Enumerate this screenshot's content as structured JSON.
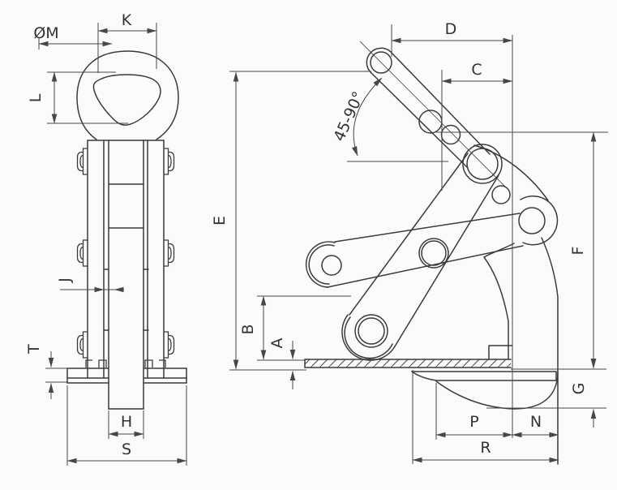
{
  "drawing": {
    "type": "technical-drawing",
    "subject": "vertical plate lifting clamp shown in two orthographic views",
    "colors": {
      "background": "#fbfbfb",
      "outline": "#3b3b3b",
      "dimension_line": "#474747",
      "text": "#333333"
    },
    "views": [
      {
        "id": "front-view",
        "dimension_labels": [
          "ØM",
          "K",
          "L",
          "J",
          "T",
          "H",
          "S"
        ]
      },
      {
        "id": "side-view",
        "dimension_labels": [
          "D",
          "C",
          "45-90°",
          "E",
          "B",
          "A",
          "F",
          "G",
          "P",
          "N",
          "R"
        ]
      }
    ],
    "labels": {
      "K": "K",
      "OM": "ØM",
      "L": "L",
      "J": "J",
      "T": "T",
      "H": "H",
      "S": "S",
      "D": "D",
      "C": "C",
      "angle": "45-90°",
      "E": "E",
      "B": "B",
      "A": "A",
      "F": "F",
      "G": "G",
      "P": "P",
      "N": "N",
      "R": "R"
    }
  }
}
